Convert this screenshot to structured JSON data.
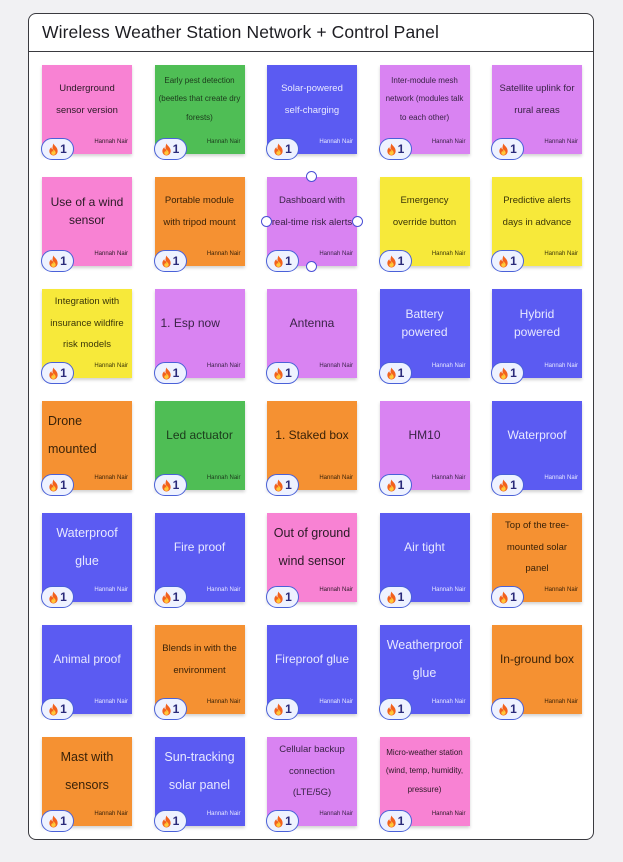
{
  "board": {
    "title": "Wireless Weather Station Network + Control Panel"
  },
  "colors": {
    "pink": "#f882d3",
    "green": "#4fbe55",
    "blue": "#5b5bf2",
    "violet": "#d983f2",
    "orange": "#f59132",
    "yellow": "#f7e93a",
    "selection": "#4a4fd6",
    "reaction_border": "#4a61d8"
  },
  "reaction_icon": "fire-emoji-icon",
  "notes": [
    {
      "text": "Underground sensor version",
      "author": "Hannah Nair",
      "color": "pink",
      "size": "sm",
      "reactions": "1"
    },
    {
      "text": "Early pest detection (beetles that create dry forests)",
      "author": "Hannah Nair",
      "color": "green",
      "size": "xs",
      "reactions": "1"
    },
    {
      "text": "Solar-powered self-charging",
      "author": "Hannah Nair",
      "color": "blue",
      "size": "sm",
      "reactions": "1"
    },
    {
      "text": "Inter-module mesh network (modules talk to each other)",
      "author": "Hannah Nair",
      "color": "violet",
      "size": "xs",
      "reactions": "1"
    },
    {
      "text": "Satellite uplink for rural areas",
      "author": "Hannah Nair",
      "color": "violet",
      "size": "sm",
      "reactions": "1"
    },
    {
      "text": "Use of a wind sensor",
      "author": "Hannah Nair",
      "color": "pink",
      "size": "md",
      "reactions": "1"
    },
    {
      "text": "Portable module with tripod mount",
      "author": "Hannah Nair",
      "color": "orange",
      "size": "sm",
      "reactions": "1"
    },
    {
      "text": "Dashboard with real-time risk alerts",
      "author": "Hannah Nair",
      "color": "violet",
      "size": "sm",
      "reactions": "1",
      "selected": true
    },
    {
      "text": "Emergency override button",
      "author": "Hannah Nair",
      "color": "yellow",
      "size": "sm",
      "reactions": "1"
    },
    {
      "text": "Predictive alerts days in advance",
      "author": "Hannah Nair",
      "color": "yellow",
      "size": "sm",
      "reactions": "1"
    },
    {
      "text": "Integration with insurance wildfire risk models",
      "author": "Hannah Nair",
      "color": "yellow",
      "size": "sm",
      "reactions": "1"
    },
    {
      "text": "1. Esp now",
      "author": "Hannah Nair",
      "color": "violet",
      "size": "md",
      "align": "left",
      "reactions": "1"
    },
    {
      "text": "Antenna",
      "author": "Hannah Nair",
      "color": "violet",
      "size": "md",
      "reactions": "1"
    },
    {
      "text": "Battery powered",
      "author": "Hannah Nair",
      "color": "blue",
      "size": "md",
      "reactions": "1"
    },
    {
      "text": "Hybrid powered",
      "author": "Hannah Nair",
      "color": "blue",
      "size": "md",
      "reactions": "1"
    },
    {
      "text": "Drone mounted",
      "author": "Hannah Nair",
      "color": "orange",
      "size": "lg",
      "align": "left",
      "reactions": "1"
    },
    {
      "text": "Led actuator",
      "author": "Hannah Nair",
      "color": "green",
      "size": "md",
      "reactions": "1"
    },
    {
      "text": "1. Staked box",
      "author": "Hannah Nair",
      "color": "orange",
      "size": "md",
      "reactions": "1"
    },
    {
      "text": "HM10",
      "author": "Hannah Nair",
      "color": "violet",
      "size": "md",
      "reactions": "1"
    },
    {
      "text": "Waterproof",
      "author": "Hannah Nair",
      "color": "blue",
      "size": "md",
      "reactions": "1"
    },
    {
      "text": "Waterproof glue",
      "author": "Hannah Nair",
      "color": "blue",
      "size": "lg",
      "reactions": "1"
    },
    {
      "text": "Fire proof",
      "author": "Hannah Nair",
      "color": "blue",
      "size": "md",
      "reactions": "1"
    },
    {
      "text": "Out of ground wind sensor",
      "author": "Hannah Nair",
      "color": "pink",
      "size": "lg",
      "reactions": "1"
    },
    {
      "text": "Air tight",
      "author": "Hannah Nair",
      "color": "blue",
      "size": "md",
      "reactions": "1"
    },
    {
      "text": "Top of the tree-mounted solar panel",
      "author": "Hannah Nair",
      "color": "orange",
      "size": "sm",
      "reactions": "1"
    },
    {
      "text": "Animal proof",
      "author": "Hannah Nair",
      "color": "blue",
      "size": "md",
      "reactions": "1"
    },
    {
      "text": "Blends in with the environment",
      "author": "Hannah Nair",
      "color": "orange",
      "size": "sm",
      "reactions": "1"
    },
    {
      "text": "Fireproof glue",
      "author": "Hannah Nair",
      "color": "blue",
      "size": "md",
      "reactions": "1"
    },
    {
      "text": "Weatherproof glue",
      "author": "Hannah Nair",
      "color": "blue",
      "size": "lg",
      "reactions": "1"
    },
    {
      "text": "In-ground box",
      "author": "Hannah Nair",
      "color": "orange",
      "size": "md",
      "reactions": "1"
    },
    {
      "text": "Mast with sensors",
      "author": "Hannah Nair",
      "color": "orange",
      "size": "lg",
      "reactions": "1"
    },
    {
      "text": "Sun-tracking solar panel",
      "author": "Hannah Nair",
      "color": "blue",
      "size": "lg",
      "reactions": "1"
    },
    {
      "text": "Cellular backup connection (LTE/5G)",
      "author": "Hannah Nair",
      "color": "violet",
      "size": "sm",
      "reactions": "1"
    },
    {
      "text": "Micro-weather station (wind, temp, humidity, pressure)",
      "author": "Hannah Nair",
      "color": "pink",
      "size": "xs",
      "reactions": "1"
    }
  ]
}
